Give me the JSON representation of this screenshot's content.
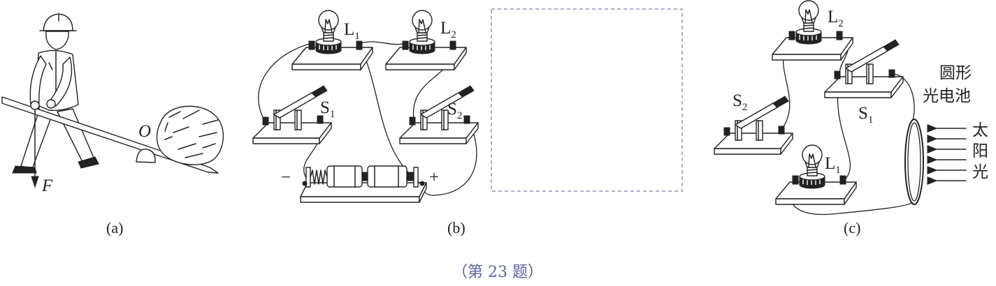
{
  "panels": {
    "a": {
      "label": "(a)",
      "pivot": "O",
      "force": "F"
    },
    "b": {
      "label": "(b)",
      "lamp_1": {
        "main": "L",
        "sub": "1"
      },
      "lamp_2": {
        "main": "L",
        "sub": "2"
      },
      "switch_1": {
        "main": "S",
        "sub": "1"
      },
      "switch_2": {
        "main": "S",
        "sub": "2"
      },
      "battery": {
        "negative": "−",
        "positive": "+"
      }
    },
    "c": {
      "label": "(c)",
      "lamp_1": {
        "main": "L",
        "sub": "1"
      },
      "lamp_2": {
        "main": "L",
        "sub": "2"
      },
      "switch_1": {
        "main": "S",
        "sub": "1"
      },
      "switch_2": {
        "main": "S",
        "sub": "2"
      },
      "solar_cell": {
        "line1": "圆形",
        "line2": "光电池"
      },
      "sunlight": [
        "太",
        "阳",
        "光"
      ]
    }
  },
  "caption": "（第 23 题）",
  "colors": {
    "ink": "#222222",
    "dashed_box": "#9094b8",
    "caption": "#5a64a0"
  }
}
